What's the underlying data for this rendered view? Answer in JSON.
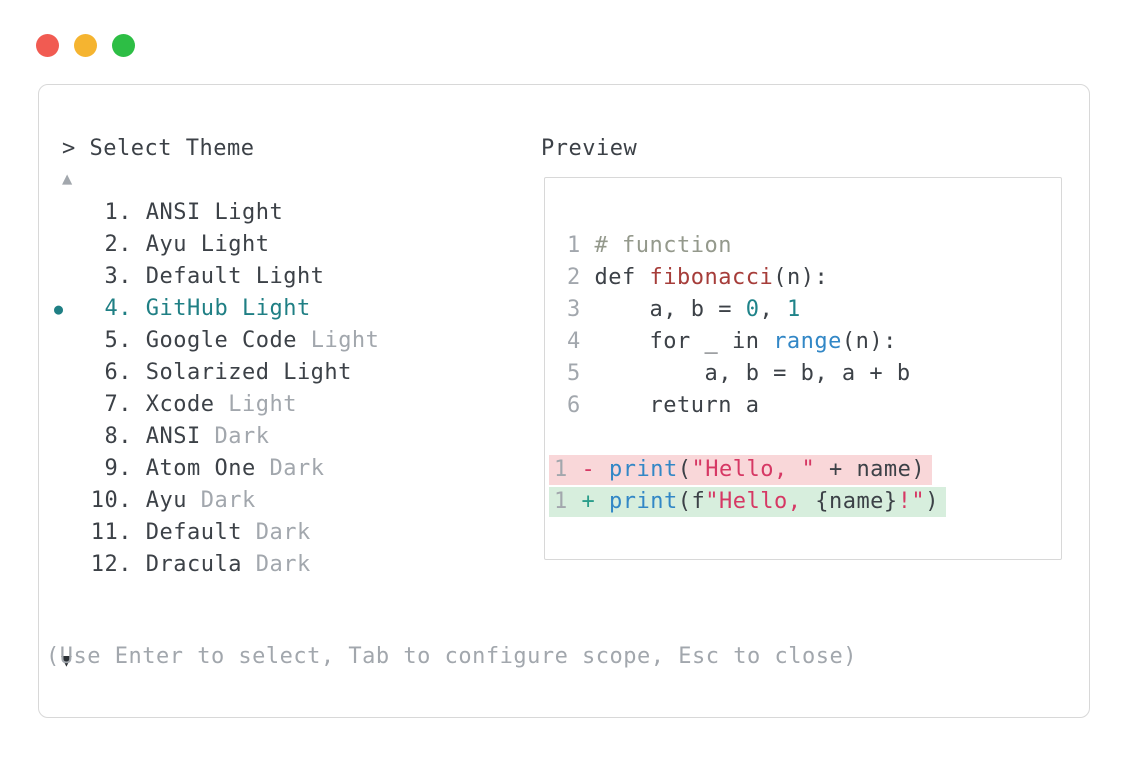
{
  "window": {
    "controls": [
      "close",
      "minimize",
      "zoom"
    ]
  },
  "prompt": {
    "symbol": ">",
    "title": "Select Theme"
  },
  "preview": {
    "label": "Preview"
  },
  "icons": {
    "scroll_up": "▲",
    "scroll_down": "▼",
    "selected_bullet": "●"
  },
  "theme_list": {
    "items": [
      {
        "number": "1",
        "name": "ANSI Light",
        "muted": "",
        "selected": false
      },
      {
        "number": "2",
        "name": "Ayu Light",
        "muted": "",
        "selected": false
      },
      {
        "number": "3",
        "name": "Default Light",
        "muted": "",
        "selected": false
      },
      {
        "number": "4",
        "name": "GitHub Light",
        "muted": "",
        "selected": true
      },
      {
        "number": "5",
        "name": "Google Code",
        "muted": "Light",
        "selected": false
      },
      {
        "number": "6",
        "name": "Solarized Light",
        "muted": "",
        "selected": false
      },
      {
        "number": "7",
        "name": "Xcode",
        "muted": "Light",
        "selected": false
      },
      {
        "number": "8",
        "name": "ANSI",
        "muted": "Dark",
        "selected": false
      },
      {
        "number": "9",
        "name": "Atom One",
        "muted": "Dark",
        "selected": false
      },
      {
        "number": "10",
        "name": "Ayu",
        "muted": "Dark",
        "selected": false
      },
      {
        "number": "11",
        "name": "Default",
        "muted": "Dark",
        "selected": false
      },
      {
        "number": "12",
        "name": "Dracula",
        "muted": "Dark",
        "selected": false
      }
    ]
  },
  "code_preview": {
    "lines": [
      {
        "num": "1",
        "tokens": [
          {
            "t": "# function",
            "c": "comment"
          }
        ]
      },
      {
        "num": "2",
        "tokens": [
          {
            "t": "def ",
            "c": "fg"
          },
          {
            "t": "fibonacci",
            "c": "func"
          },
          {
            "t": "(n):",
            "c": "fg"
          }
        ]
      },
      {
        "num": "3",
        "tokens": [
          {
            "t": "    a, b = ",
            "c": "fg"
          },
          {
            "t": "0",
            "c": "num"
          },
          {
            "t": ", ",
            "c": "fg"
          },
          {
            "t": "1",
            "c": "num"
          }
        ]
      },
      {
        "num": "4",
        "tokens": [
          {
            "t": "    for _ in ",
            "c": "fg"
          },
          {
            "t": "range",
            "c": "call"
          },
          {
            "t": "(n):",
            "c": "fg"
          }
        ]
      },
      {
        "num": "5",
        "tokens": [
          {
            "t": "        a, b = b, a + b",
            "c": "fg"
          }
        ]
      },
      {
        "num": "6",
        "tokens": [
          {
            "t": "    return a",
            "c": "fg"
          }
        ]
      }
    ],
    "diff_lines": [
      {
        "num": "1",
        "sign": "-",
        "kind": "removed",
        "tokens": [
          {
            "t": "print",
            "c": "call"
          },
          {
            "t": "(",
            "c": "fg"
          },
          {
            "t": "\"Hello, \"",
            "c": "str"
          },
          {
            "t": " + name)",
            "c": "fg"
          }
        ]
      },
      {
        "num": "1",
        "sign": "+",
        "kind": "added",
        "tokens": [
          {
            "t": "print",
            "c": "call"
          },
          {
            "t": "(f",
            "c": "fg"
          },
          {
            "t": "\"Hello, ",
            "c": "str"
          },
          {
            "t": "{name}",
            "c": "fg"
          },
          {
            "t": "!\"",
            "c": "str"
          },
          {
            "t": ")",
            "c": "fg"
          }
        ]
      }
    ]
  },
  "footer": {
    "hint": "(Use Enter to select, Tab to configure scope, Esc to close)"
  },
  "colors": {
    "fg": "#3c4147",
    "muted": "#a2a7ad",
    "line_num": "#a2a7ad",
    "accent": "#1f7f84",
    "func_red": "#a63d3a",
    "call_blue": "#3287c6",
    "num_teal": "#1f8389",
    "comment": "#94998c",
    "string": "#d63864",
    "plus": "#2a9d8a",
    "minus": "#d63864",
    "removed_bg": "#f9d7d9",
    "added_bg": "#d7eedd",
    "border": "#d8d8d8",
    "arrow_dark": "#2b3035",
    "traffic_red": "#f15b52",
    "traffic_yellow": "#f5b430",
    "traffic_green": "#2dbe45"
  }
}
